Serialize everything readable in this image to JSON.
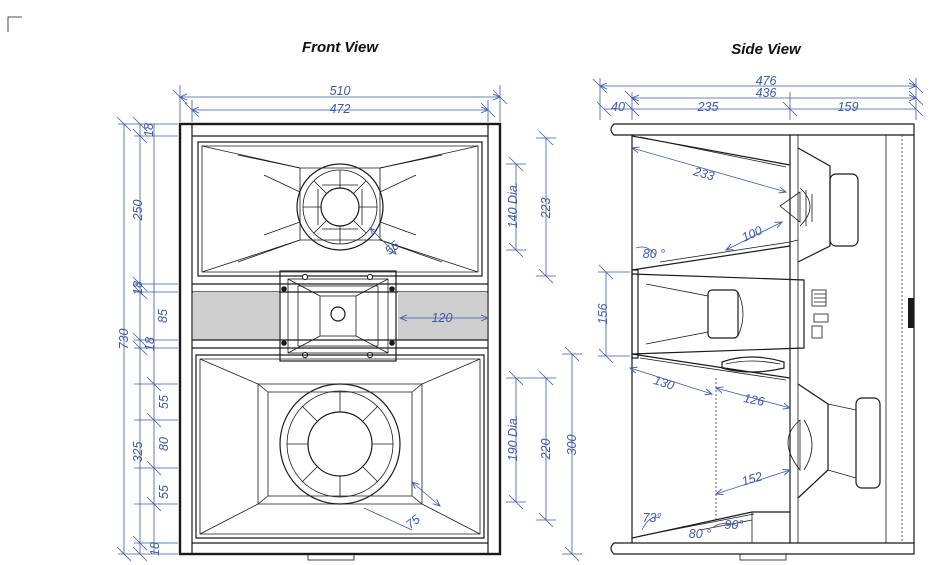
{
  "views": {
    "front_title": "Front View",
    "side_title": "Side View"
  },
  "front": {
    "width_outer": "510",
    "width_inner": "472",
    "height_total": "730",
    "top_panel": "18",
    "upper_section": "250",
    "mid_panel_upper": "18",
    "horn_slot": "85",
    "mid_panel_lower": "18",
    "lower_section": "325",
    "lower_a": "55",
    "lower_b": "80",
    "lower_c": "55",
    "bottom_panel": "18",
    "upper_driver_dia": "140 Dia.",
    "upper_horn_height": "223",
    "upper_throat": "55",
    "horn_width": "120",
    "lower_driver_dia": "190 Dia.",
    "lower_horn_height": "220",
    "lower_bay_height": "300",
    "lower_throat": "75"
  },
  "side": {
    "depth_total": "476",
    "depth_inner": "436",
    "front_offset": "40",
    "horn_depth": "235",
    "rear_depth": "159",
    "upper_horn_wall": "233",
    "upper_angle": "80 °",
    "upper_throat_len": "100",
    "mid_horn_height": "156",
    "lower_horn_wall": "130",
    "lower_inner": "126",
    "lower_wall": "152",
    "angle_73": "73°",
    "angle_80": "80 °",
    "angle_90": "90°"
  },
  "colors": {
    "dimension": "#3d5aa8",
    "line": "#1a1a1a",
    "shade": "#cfcfcf"
  }
}
